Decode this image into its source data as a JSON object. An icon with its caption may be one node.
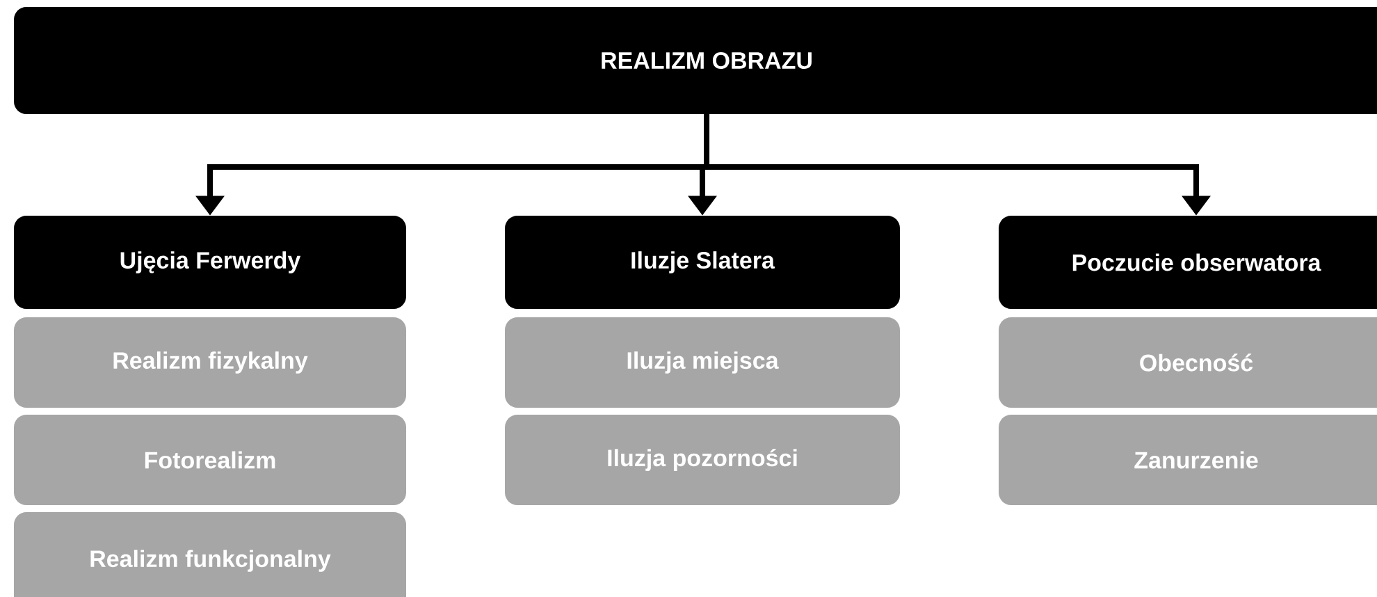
{
  "diagram": {
    "nodes": [
      {
        "text": [
          "REALIZM OBRAZU"
        ]
      },
      {
        "text": [
          "Ujęcia Ferwerdy"
        ]
      },
      {
        "text": [
          "Realizm fizykalny"
        ]
      },
      {
        "text": [
          "Fotorealizm"
        ]
      },
      {
        "text": [
          "Realizm funkcjonalny"
        ]
      },
      {
        "text": [
          "Iluzje Slatera"
        ]
      },
      {
        "text": [
          "Iluzja miejsca"
        ]
      },
      {
        "text": [
          "Iluzja pozorności"
        ]
      },
      {
        "text": [
          "Poczucie obserwatora"
        ]
      },
      {
        "text": [
          "Obecność"
        ]
      },
      {
        "text": [
          "Zanurzenie"
        ]
      }
    ],
    "edges": [
      {
        "from": 0,
        "to": 1,
        "arrow": "to"
      },
      {
        "from": 0,
        "to": 5,
        "arrow": "to"
      },
      {
        "from": 0,
        "to": 8,
        "arrow": "to"
      }
    ]
  }
}
